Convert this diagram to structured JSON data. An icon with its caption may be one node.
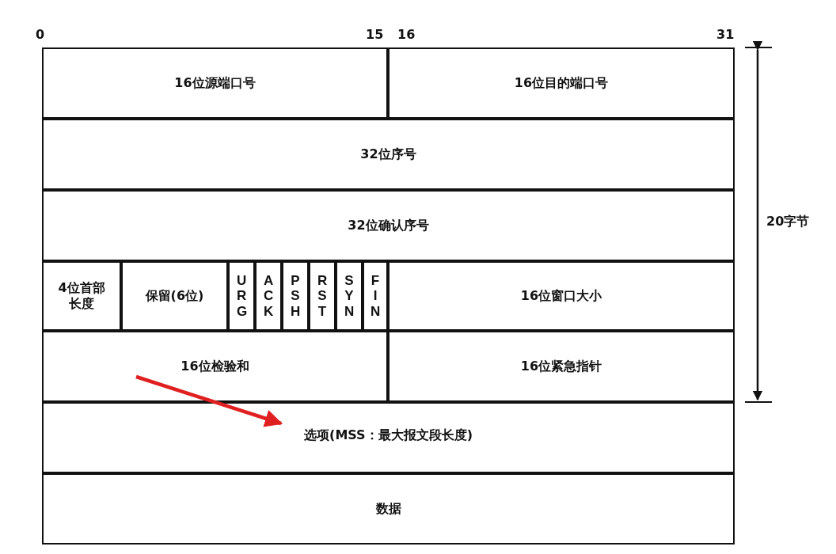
{
  "diagram": {
    "nodes": [
      {
        "text": [
          "16位源端口号"
        ]
      },
      {
        "text": [
          "16位目的端口号"
        ]
      },
      {
        "text": [
          "32位序号"
        ]
      },
      {
        "text": [
          "32位确认序号"
        ]
      },
      {
        "text": [
          "4位首部长度"
        ]
      },
      {
        "text": [
          "保留(6位)"
        ]
      },
      {
        "text": [
          "URG"
        ]
      },
      {
        "text": [
          "ACK"
        ]
      },
      {
        "text": [
          "PSH"
        ]
      },
      {
        "text": [
          "RST"
        ]
      },
      {
        "text": [
          "SYN"
        ]
      },
      {
        "text": [
          "FIN"
        ]
      },
      {
        "text": [
          "16位窗口大小"
        ]
      },
      {
        "text": [
          "16位检验和"
        ]
      },
      {
        "text": [
          "16位紧急指针"
        ]
      },
      {
        "text": [
          "选项(MSS：最大报文段长度)"
        ]
      },
      {
        "text": [
          "数据"
        ]
      }
    ],
    "edges": [
      {
        "from": 13,
        "to": 15,
        "arrow": "to",
        "color": "#e02020"
      }
    ],
    "labels": [
      "0",
      "15",
      "16",
      "31",
      "20字节"
    ]
  }
}
